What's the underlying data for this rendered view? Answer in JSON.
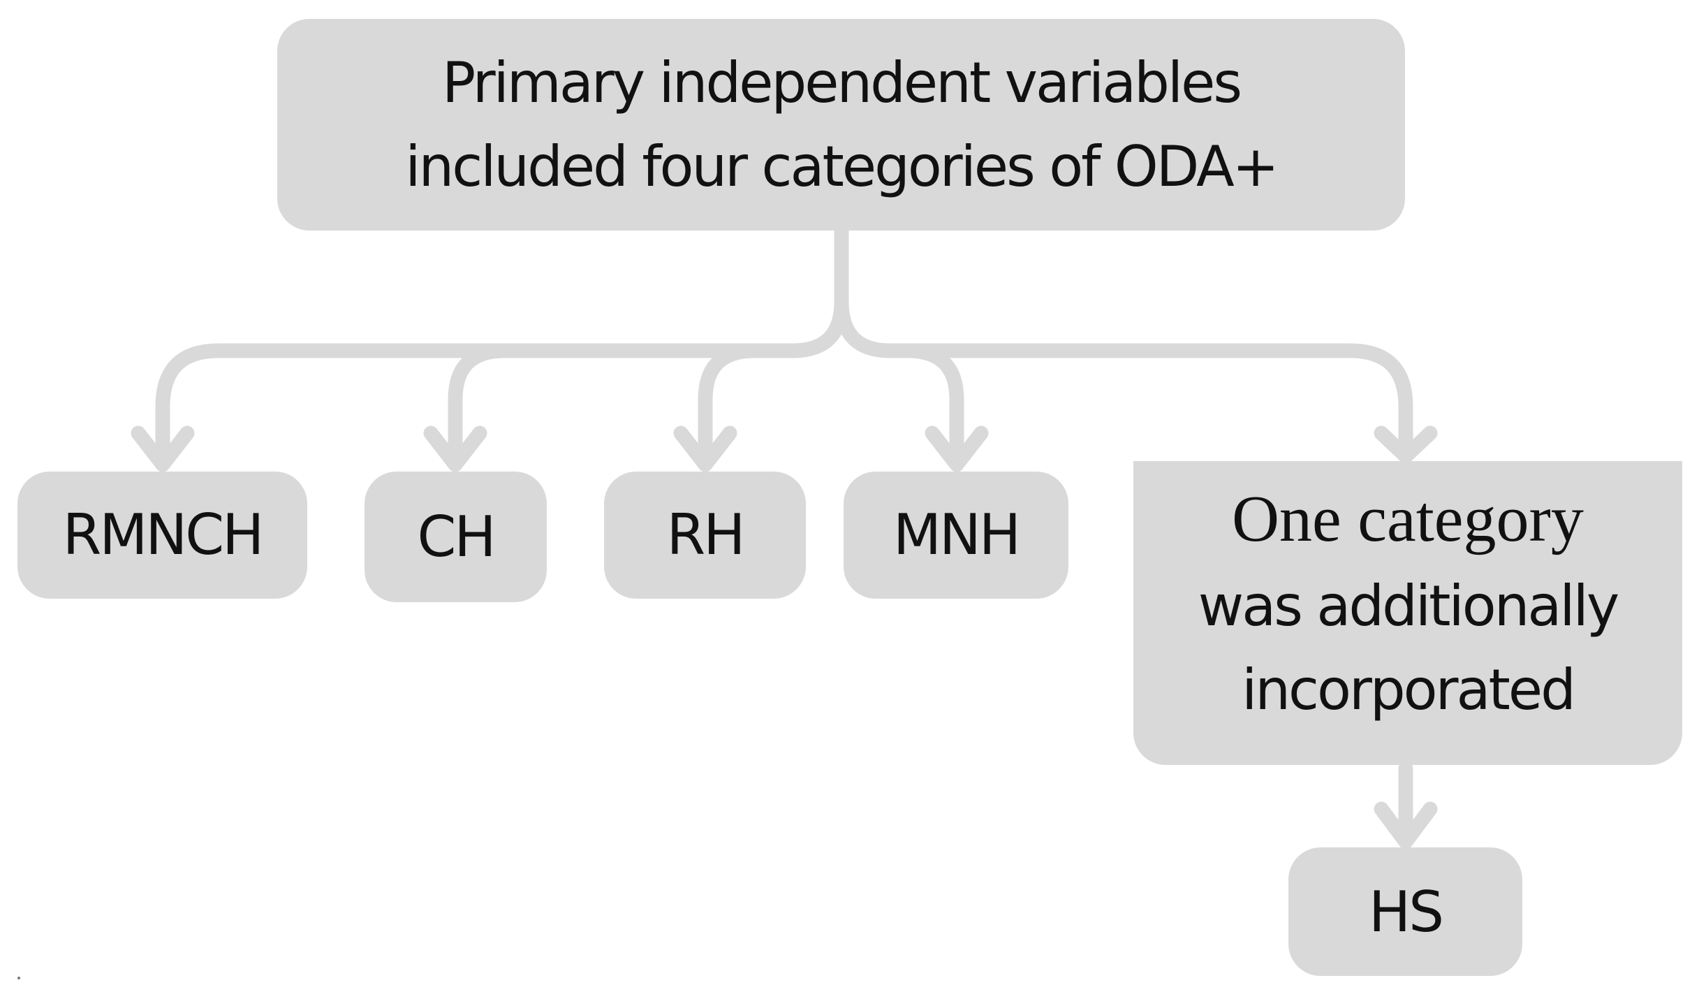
{
  "diagram": {
    "root": {
      "lines": [
        "Primary independent variables",
        "included four categories of ODA+"
      ]
    },
    "categories": [
      {
        "label": "RMNCH"
      },
      {
        "label": "CH"
      },
      {
        "label": "RH"
      },
      {
        "label": "MNH"
      }
    ],
    "additional": {
      "heading": "One category",
      "lines": [
        "was additionally",
        "incorporated"
      ]
    },
    "additional_child": {
      "label": "HS"
    },
    "colors": {
      "node_fill": "#d9d9d9",
      "connector": "#d9d9d9",
      "text": "#111111",
      "background": "#ffffff"
    },
    "edges": [
      {
        "from": "root",
        "to": "RMNCH"
      },
      {
        "from": "root",
        "to": "CH"
      },
      {
        "from": "root",
        "to": "RH"
      },
      {
        "from": "root",
        "to": "MNH"
      },
      {
        "from": "root",
        "to": "One category was additionally incorporated"
      },
      {
        "from": "One category was additionally incorporated",
        "to": "HS"
      }
    ]
  }
}
